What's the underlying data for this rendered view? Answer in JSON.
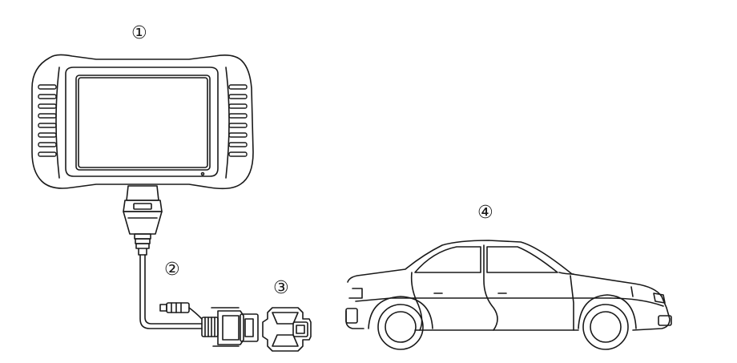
{
  "labels": {
    "tablet": "①",
    "cable": "②",
    "adapter": "③",
    "car": "④"
  },
  "colors": {
    "line": "#1a1a1a",
    "screen_fill": "#ffffff",
    "body_fill": "#ffffff"
  },
  "icons": [
    "diagnostic-tablet-icon",
    "obd-cable-icon",
    "obd-adapter-icon",
    "car-icon"
  ]
}
